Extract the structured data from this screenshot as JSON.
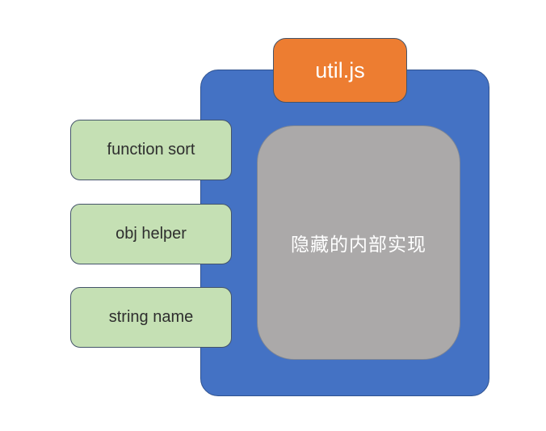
{
  "diagram": {
    "background_color": "#ffffff",
    "module_container": {
      "fill": "#4472C4",
      "border": "#2F528F"
    },
    "title_box": {
      "label": "util.js",
      "fill": "#ED7D31",
      "border": "#44546A",
      "text_color": "#FFFFFF"
    },
    "hidden_box": {
      "label": "隐藏的内部实现",
      "fill": "#ABA9A9",
      "border": "#7E8694",
      "text_color": "#FFFFFF"
    },
    "exports": [
      {
        "label": "function sort"
      },
      {
        "label": "obj helper"
      },
      {
        "label": "string name"
      }
    ],
    "export_style": {
      "fill": "#C5E0B4",
      "border": "#44546A",
      "text_color": "#2E2E2E"
    }
  }
}
